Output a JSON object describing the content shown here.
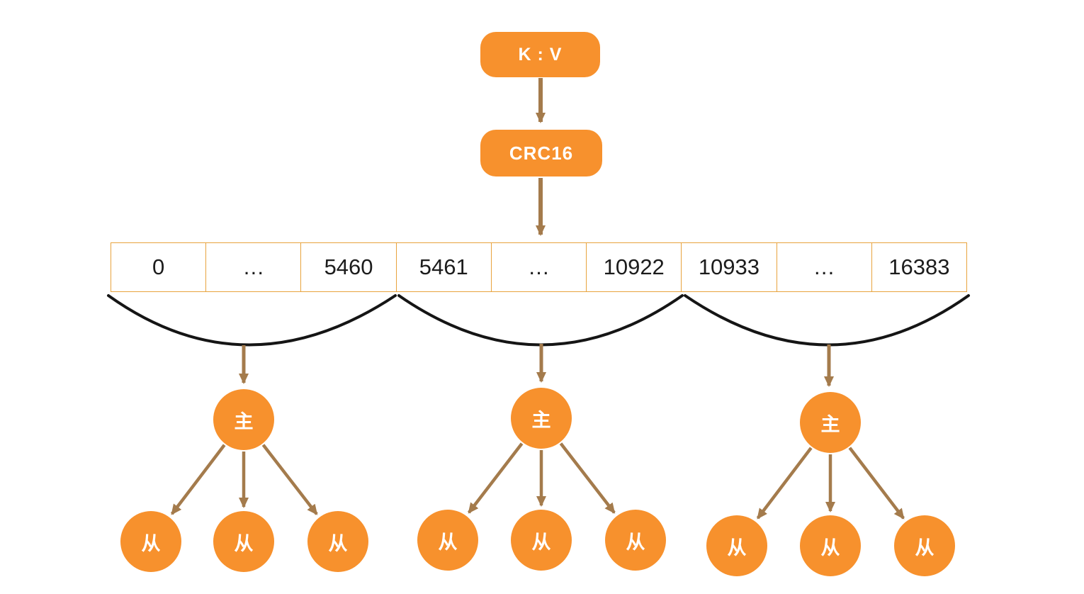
{
  "diagram": {
    "title_semantics": "redis-cluster-hash-slot-diagram",
    "kv_label": "K : V",
    "crc_label": "CRC16",
    "slot_cells": [
      "0",
      "…",
      "5460",
      "5461",
      "…",
      "10922",
      "10933",
      "…",
      "16383"
    ],
    "slot_groups": [
      {
        "range_start": "0",
        "range_end": "5460"
      },
      {
        "range_start": "5461",
        "range_end": "10922"
      },
      {
        "range_start": "10933",
        "range_end": "16383"
      }
    ],
    "master_label": "主",
    "slave_label": "从",
    "masters_count": 3,
    "slaves_per_master": 3
  },
  "colors": {
    "node_orange": "#F7912D",
    "table_border_orange": "#E8A33D",
    "arrow_brown": "#A47B4C",
    "arc_black": "#151515",
    "table_text": "#1c1c1c",
    "node_text": "#ffffff",
    "background": "#ffffff"
  }
}
